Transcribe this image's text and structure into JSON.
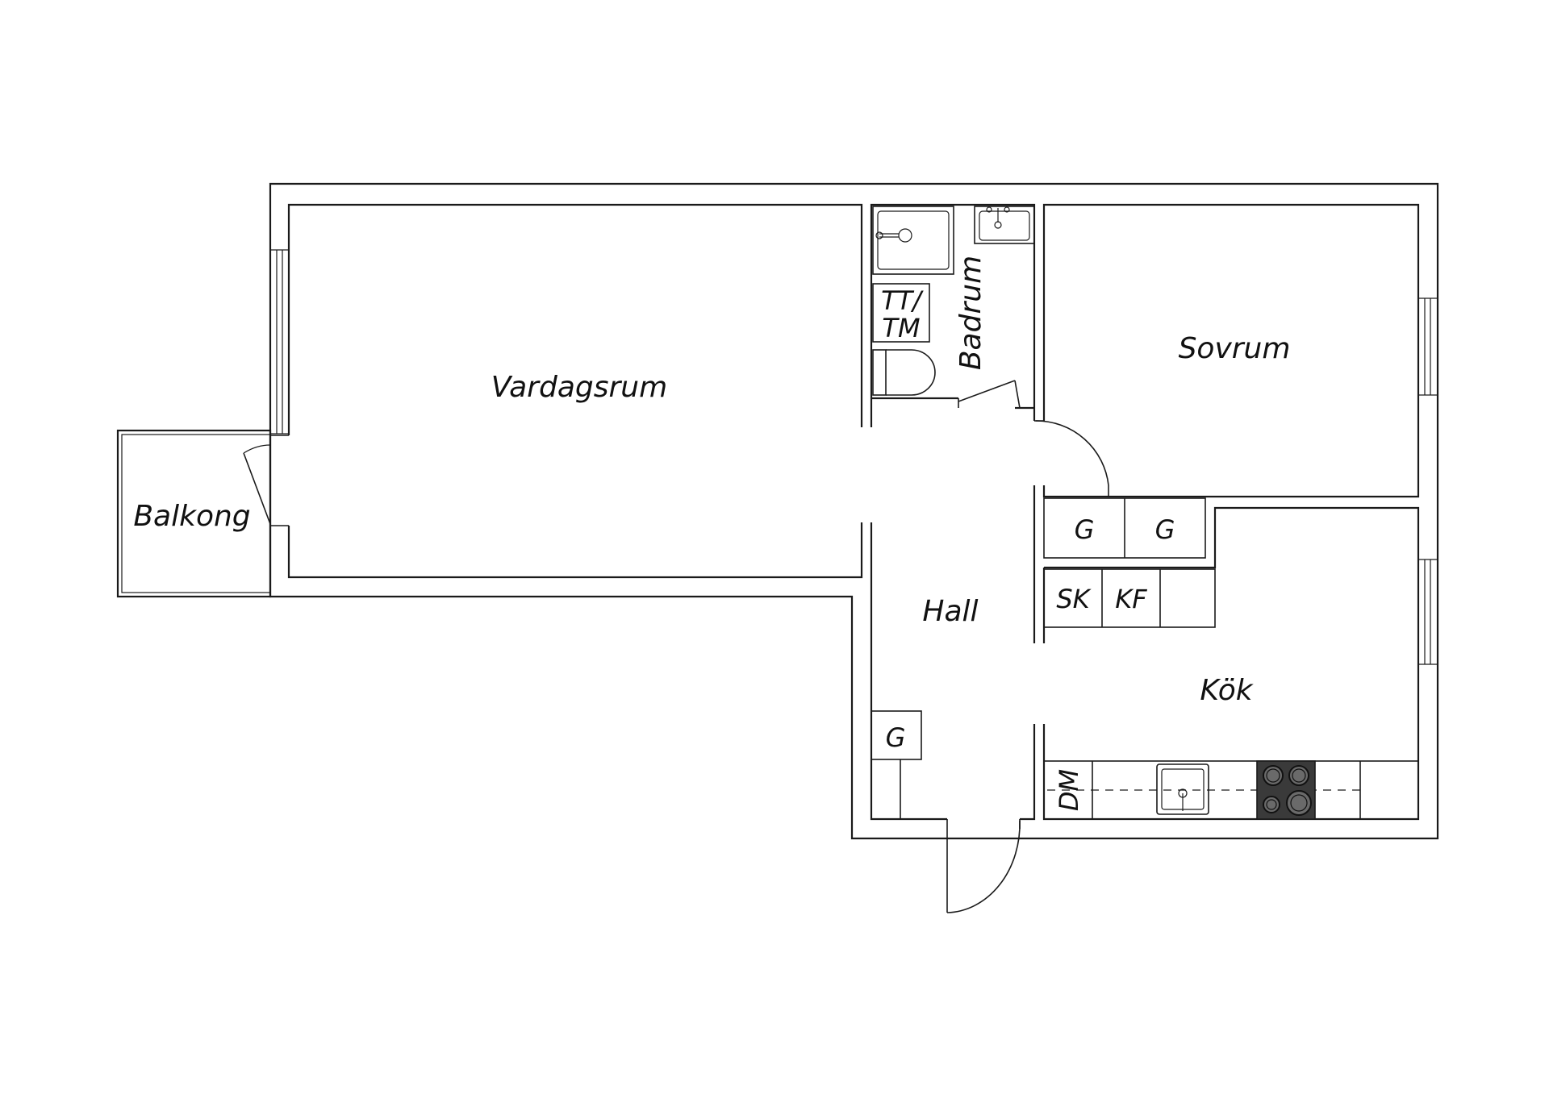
{
  "rooms": {
    "vardagsrum": "Vardagsrum",
    "balkong": "Balkong",
    "badrum": "Badrum",
    "sovrum": "Sovrum",
    "hall": "Hall",
    "kok": "Kök"
  },
  "fixtures": {
    "tt_tm_line1": "TT/",
    "tt_tm_line2": "TM",
    "wardrobe_1": "G",
    "wardrobe_2": "G",
    "wardrobe_hall": "G",
    "sk": "SK",
    "kf": "KF",
    "dm": "DM"
  },
  "colors": {
    "line": "#1a1a1a",
    "stove": "#3a3a3a",
    "background": "#ffffff"
  }
}
